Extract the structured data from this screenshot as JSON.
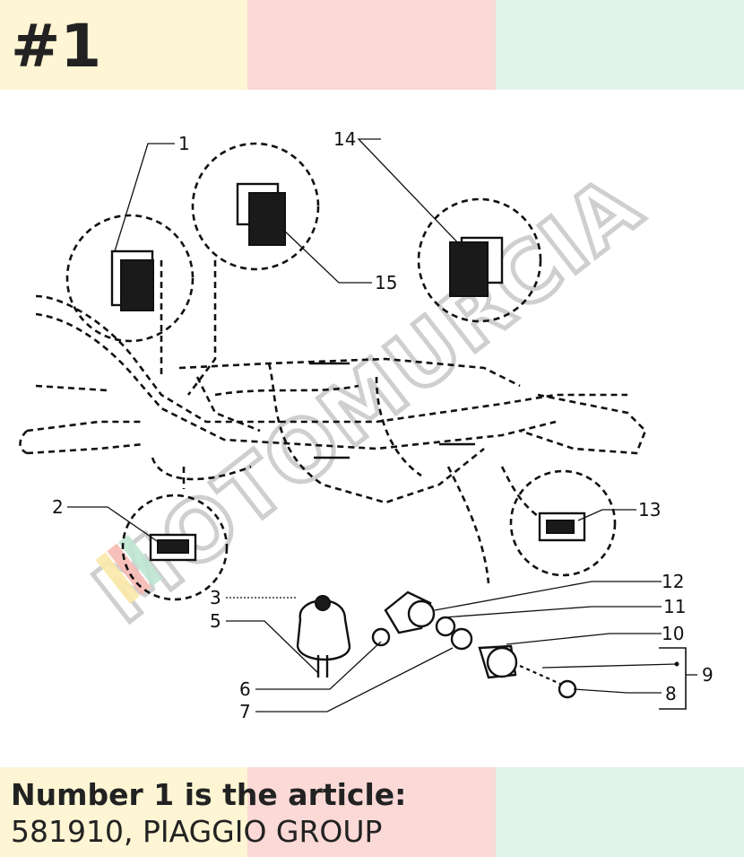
{
  "header": {
    "index_label": "#1",
    "band_colors": [
      "#fdf5d3",
      "#fbd9d6",
      "#e1f3ea"
    ]
  },
  "diagram": {
    "watermark": "MOTOMURCIA",
    "callouts": [
      "1",
      "2",
      "3",
      "5",
      "6",
      "7",
      "8",
      "9",
      "10",
      "11",
      "12",
      "13",
      "14",
      "15"
    ]
  },
  "caption": {
    "heading": "Number 1 is the article:",
    "article": "581910, PIAGGIO GROUP"
  }
}
